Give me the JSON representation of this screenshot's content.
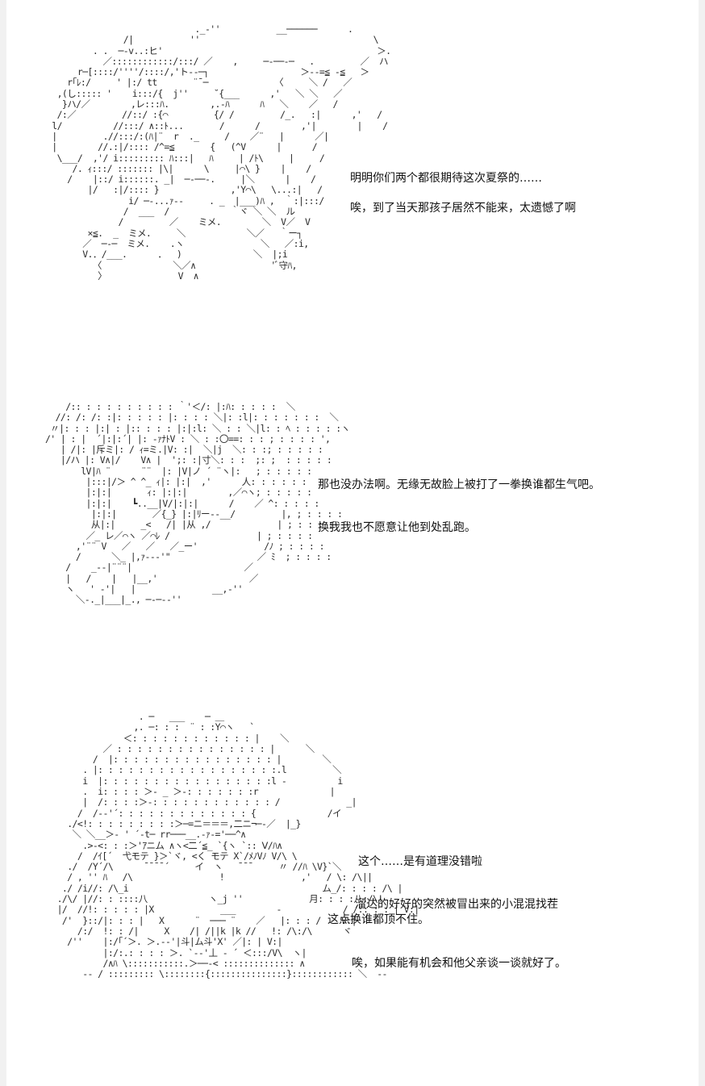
{
  "panels": [
    {
      "id": "panel-1",
      "art": "                                   ._-''           __──────      .\n                     /|           ''                                  \\\n               . .  ─-v..:ヒ'                                          ＞.\n                 ／::::::::::::/:::/ ／    ,     ─-──-─   .         ／  ハ\n            r─[::::/''''/::::/,'ト--─┐                  ＞--=≦ -≦   ＞\n          r｢ﾚ:/     ' |:/ tt       ¨ˉ─             〈     ＼ /   ／\n        ,(し::::: '    i:::/{  j''     ˘{___      ,'   ＼ ＼   ／\n         }ハ/／        ,レ:::ﾊ.        ,.-ﾊ      ﾊ   ＼    ／   /\n        /:／         //::/ :{⌒         {/ /         /_.   :|      ,'   /\n       l/          //:::/ ∧::ﾄ...       /      /        ,'|        |    /\n       |         .//:::/:(ﾊ|¨  r  ._     /    ／¨   |      ／|\n       |        //.:|/:::: /^=≦       {   (^V      |      /\n        \\___/  ,'/ i::::::::: ﾊ:::|   ﾊ     | /ﾄ\\     |     /\n           /. ｨ:::/ ::::::: |\\|      \\     |⌒\\ }    |    /\n          /    |::/ i::::::. _|  ─-──-.     |＼      |    /\n              |/   :|/:::: }              ,'Y⌒\\   \\...:|   /\n                      i/ ─-...ｧ-‐     . _  |___)ﾊ ,  ｀:|:::/\n                     /  ___  /            ｀ヾ ＼ ＼  ル\n                    /         ／    ミメ.        ＼  V／  V\n              ×≦.  _  ミメ.     ＼            ＼／   ｀ー┐\n             ／  ─-─  ミメ.    .ヽ               ＼   ／:i,\n             V.．/___.      ．  )              ＼  |;i\n               〈              ＼／∧               'ﾞ守ﾊ,\n                〉              V  ∧",
      "lines": [
        "明明你们两个都很期待这次夏祭的……",
        "唉，到了当天那孩子居然不能来，太遗憾了啊"
      ]
    },
    {
      "id": "panel-2",
      "art": "          /:: : : : : : : : : : ｀'＜/: |:ﾊ: : : : :  ＼\n        //: /: /: :|: : : : : |: : : : ＼|: :l|: : : : : : :  ＼\n       〃|: : : |:| : |:: : : : |:|:l: ＼ : : ＼|l: : ﾍ : : : : :ヽ\n      /' | : |  ´|:|:´| |: -ｧﾅﾄV : ＼ : :〇==: : : ; : : : : ',\n         | /|: |斥ミ|: / ｨ=ミ.|V: :|  ＼|j  ＼: : :; : : : : :\n         |/ハ |: V∧|/    V∧ |  ';: :|寸＼: : :  ;: ;  : : : : :\n             lV|ﾊ ¨      ¨¨  |: |V|ノ ´ ¨ヽ|:   ; : : : : :\n              |:::|/＞ ^ ^_ ｨ|: |:|  ,'      人: : : : : :\n              |:|:|       ｨ: |:|:|        ,／⌒ヽ; : : : : :\n              |:|:|    ┗..__|V/|:|:|      /    ／ ^: : : : :\n               |:|:|       ／{_} |:|ﾘー--__/         |, ; : : : :\n               从|:|     _<   /| |从 ,/             | ; : : : :\n              ／_ レ／⌒ヽ ／⌒ﾚ /                 | ; : : : :\n            ,'¨¨ V   ／   ／   ／_ー'             /ﾉ ; : : : :\n            /      ＼_ |,ｧ--‐'\"                 ／ ﾐ  ; : : : :\n          /    _--|¨¨¨|                      ／\n          |   /    |   |__,'                  ／\n          ヽ   ' -'|   |               __,-''\n            ＼-._|___|_., ─-─-‐''",
      "lines": [
        "那也没办法啊。无缘无故脸上被打了一拳换谁都生气吧。",
        "换我我也不愿意让他到处乱跑。"
      ]
    },
    {
      "id": "panel-3",
      "art": "                        . ─   ___    ─ ＿\n                       ,. ─: : :  ¨ : :Y⌒ヽ   `\n                     ＜: : : : : : : : : : : : |    ＼\n                 ／ : : : : : : : : : : : : : : : |      ＼\n               /  |: : : : : : : : : : : : : : : : |        ＼\n             . |: : : : : : : : : : : : : : : : : :.l         ＼\n             i  |: : : : : : : : : : : : : : : : :l -          i\n             .  i: : : : ＞‐ _ ＞‐: : : : : : :r              |\n             |  /: : : :＞‐: : : : : : : : : : : : /             _|\n            /  /-‐'´: : : : : : : : : : : : : {              /イ\n          ./<!: : : : : : : : :＞─=ニ＝＝＝,二ニ¬─‐／  |_}\n           ＼ ＼__＞‐ ' ´-t─ rr───__.-ｧ‐='──^∧\n             .>-<: : :＞'ｱニム ∧ヽ<二´≦_ `{ヽ `:: Ⅴ/ﾊ∧\n            /  /ｲ[´  弋モテ }＞`ヾ, <く モテ X`/ﾒﾉVﾉ V/\\ \\\n          ./  /Y´/\\      ¯¯¯¯´     イ  ヽ   ¯¯¯     〃 //ﾊ \\V}`＼\n          / , '' ﾊ   /\\                 !               ,'   / \\: /\\||\n         ./ /i//: /\\_i                                      ム_/: : : : /\\ |\n        ./\\/ |//: : ::::八            ヽ_j ''             月: : : :八:/\\!\n        |/  //!: : : : : |X             ___        -            / /:: : : | V:|\n         /'  }::/|: : : |   X      ¨  ─── ¨    ／   |: : : /    V:|\n            /:/  !: : /|     X    /| /||k |k //   !: /\\:/\\      ヾ\n          /''    |:/｢´＞. ＞.-‐'|斗|ム斗'X' ／|: | V:|\n                 |:/:.: : : : ＞. `‐-'丄 - ´ ＜:::/V\\  ヽ|\n                 /∧ﾊ \\:::::::::::.＞──‐< :::::::::::::: ∧\n             -- / ::::::::: \\::::::::{:::::::::::::::}:::::::::::: ＼  --",
      "lines": [
        "这个……是有道理没错啦",
        "溜达的好好的突然被冒出来的小混混找茬",
        "这点换谁都顶不住。",
        "唉，如果能有机会和他父亲谈一谈就好了。"
      ]
    }
  ]
}
